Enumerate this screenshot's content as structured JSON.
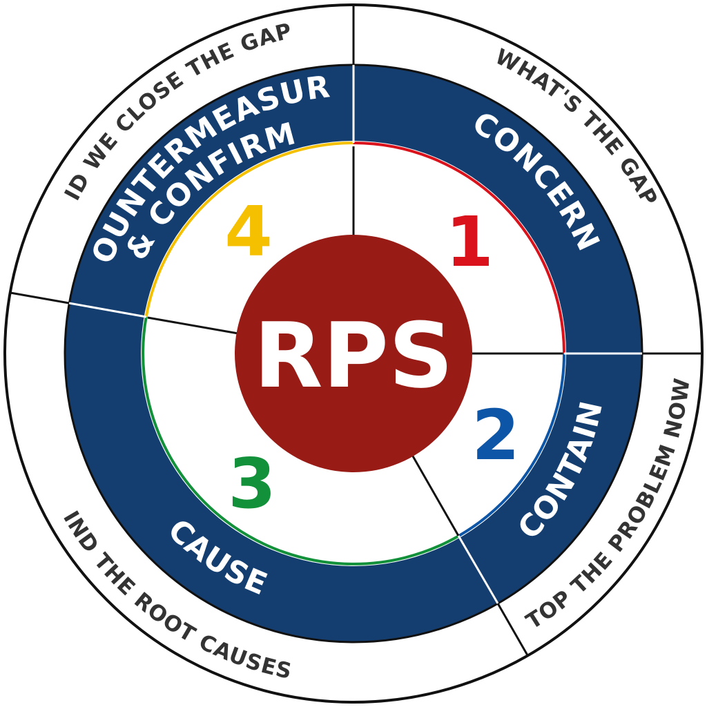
{
  "center": {
    "label": "RPS"
  },
  "colors": {
    "navy": "#153e70",
    "center_red": "#991b16",
    "outline": "#111111"
  },
  "steps": [
    {
      "number": "1",
      "name": "CONCERN",
      "question": "WHAT'S THE GAP?",
      "color": "#d9121b"
    },
    {
      "number": "2",
      "name": "CONTAIN",
      "question": "STOP THE PROBLEM NOW!",
      "color": "#0d55a6"
    },
    {
      "number": "3",
      "name": "CAUSE",
      "question": "FIND THE ROOT CAUSES!",
      "color": "#12913a"
    },
    {
      "number": "4",
      "name": "COUNTERMEASURE",
      "name_line2": "& CONFIRM",
      "question": "DID WE CLOSE THE GAP?",
      "color": "#f5c000"
    }
  ]
}
